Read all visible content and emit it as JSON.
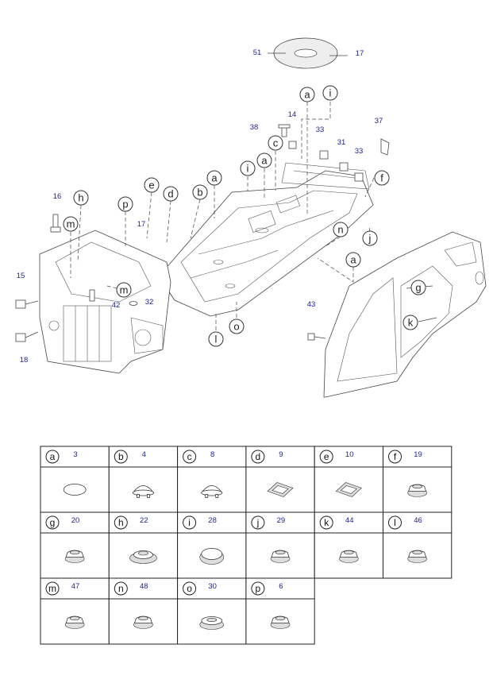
{
  "callouts": [
    {
      "letter": "a"
    },
    {
      "letter": "i"
    },
    {
      "letter": "c"
    },
    {
      "letter": "a"
    },
    {
      "letter": "i"
    },
    {
      "letter": "a"
    },
    {
      "letter": "f"
    },
    {
      "letter": "e"
    },
    {
      "letter": "d"
    },
    {
      "letter": "b"
    },
    {
      "letter": "h"
    },
    {
      "letter": "p"
    },
    {
      "letter": "m"
    },
    {
      "letter": "m"
    },
    {
      "letter": "n"
    },
    {
      "letter": "j"
    },
    {
      "letter": "a"
    },
    {
      "letter": "g"
    },
    {
      "letter": "k"
    },
    {
      "letter": "o"
    },
    {
      "letter": "l"
    }
  ],
  "part_numbers": [
    {
      "text": "51"
    },
    {
      "text": "17"
    },
    {
      "text": "14"
    },
    {
      "text": "38"
    },
    {
      "text": "33"
    },
    {
      "text": "31"
    },
    {
      "text": "33"
    },
    {
      "text": "37"
    },
    {
      "text": "16"
    },
    {
      "text": "17"
    },
    {
      "text": "15"
    },
    {
      "text": "18"
    },
    {
      "text": "42"
    },
    {
      "text": "32"
    },
    {
      "text": "43"
    }
  ],
  "legend": [
    {
      "letter": "a",
      "number": "3",
      "shape": "oval-flat"
    },
    {
      "letter": "b",
      "number": "4",
      "shape": "cap-tabs"
    },
    {
      "letter": "c",
      "number": "8",
      "shape": "cap-tabs"
    },
    {
      "letter": "d",
      "number": "9",
      "shape": "rect-frame"
    },
    {
      "letter": "e",
      "number": "10",
      "shape": "rect-frame"
    },
    {
      "letter": "f",
      "number": "19",
      "shape": "plug-round"
    },
    {
      "letter": "g",
      "number": "20",
      "shape": "plug-round"
    },
    {
      "letter": "h",
      "number": "22",
      "shape": "plug-dotted"
    },
    {
      "letter": "i",
      "number": "28",
      "shape": "oval-plug"
    },
    {
      "letter": "j",
      "number": "29",
      "shape": "plug-round"
    },
    {
      "letter": "k",
      "number": "44",
      "shape": "plug-round"
    },
    {
      "letter": "l",
      "number": "46",
      "shape": "plug-round"
    },
    {
      "letter": "m",
      "number": "47",
      "shape": "plug-round"
    },
    {
      "letter": "n",
      "number": "48",
      "shape": "plug-round"
    },
    {
      "letter": "o",
      "number": "30",
      "shape": "plug-wide"
    },
    {
      "letter": "p",
      "number": "6",
      "shape": "plug-round"
    }
  ]
}
